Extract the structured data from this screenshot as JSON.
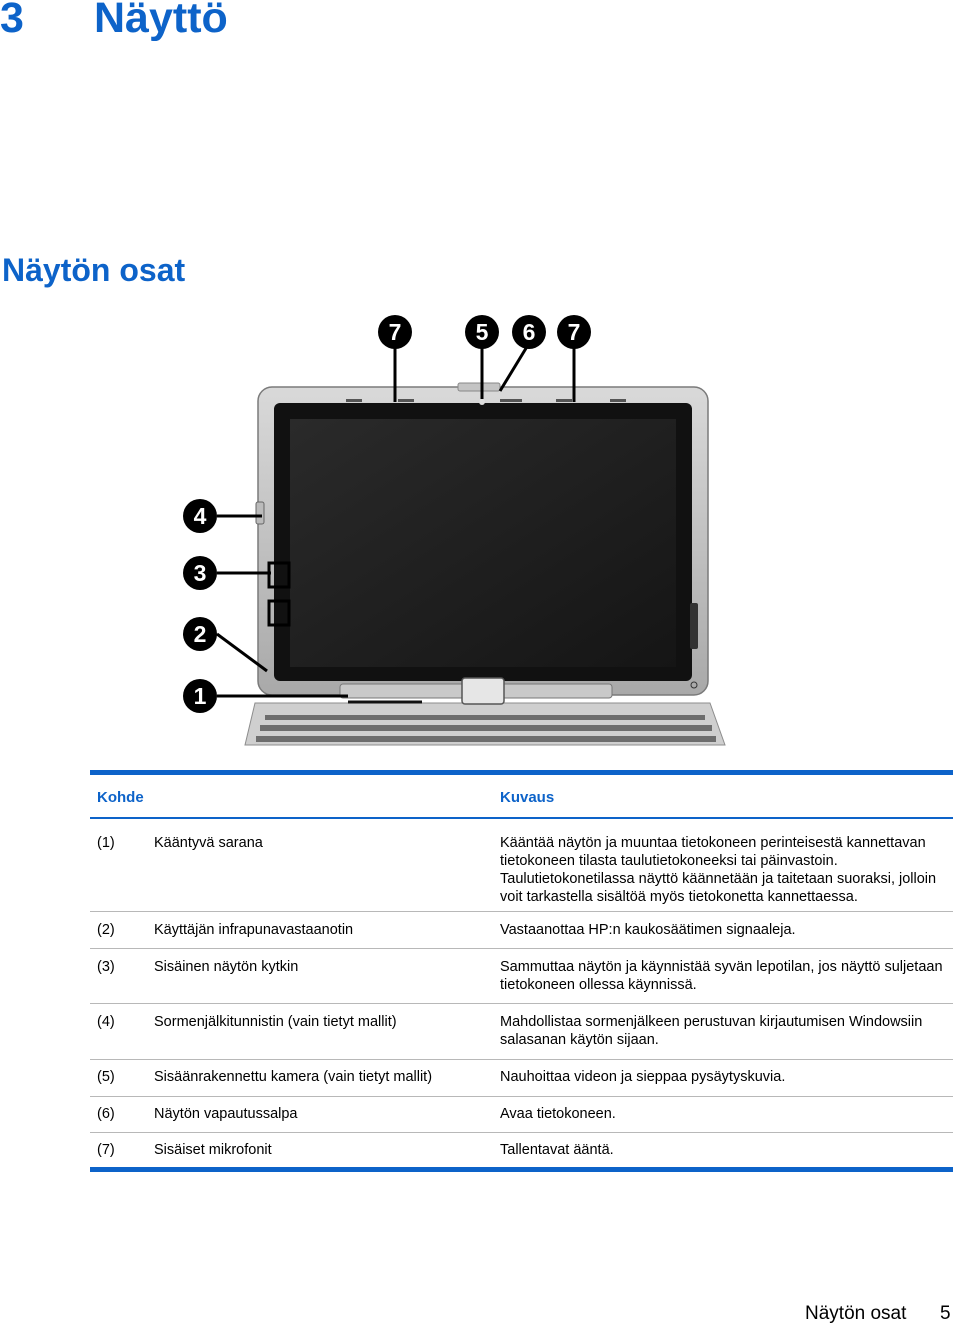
{
  "chapter": {
    "number": "3",
    "title": "Näyttö"
  },
  "section": {
    "title": "Näytön osat"
  },
  "figure": {
    "callouts": [
      "1",
      "2",
      "3",
      "4",
      "5",
      "6",
      "7",
      "7"
    ]
  },
  "table": {
    "headers": {
      "item": "Kohde",
      "description": "Kuvaus"
    },
    "rows": [
      {
        "num": "(1)",
        "name": "Kääntyvä sarana",
        "desc": "Kääntää näytön ja muuntaa tietokoneen perinteisestä kannettavan tietokoneen tilasta taulutietokoneeksi tai päinvastoin. Taulutietokonetilassa näyttö käännetään ja taitetaan suoraksi, jolloin voit tarkastella sisältöä myös tietokonetta kannettaessa."
      },
      {
        "num": "(2)",
        "name": "Käyttäjän infrapunavastaanotin",
        "desc": "Vastaanottaa HP:n kaukosäätimen signaaleja."
      },
      {
        "num": "(3)",
        "name": "Sisäinen näytön kytkin",
        "desc": "Sammuttaa näytön ja käynnistää syvän lepotilan, jos näyttö suljetaan tietokoneen ollessa käynnissä."
      },
      {
        "num": "(4)",
        "name": "Sormenjälkitunnistin (vain tietyt mallit)",
        "desc": "Mahdollistaa sormenjälkeen perustuvan kirjautumisen Windowsiin salasanan käytön sijaan."
      },
      {
        "num": "(5)",
        "name": "Sisäänrakennettu kamera (vain tietyt mallit)",
        "desc": "Nauhoittaa videon ja sieppaa pysäytyskuvia."
      },
      {
        "num": "(6)",
        "name": "Näytön vapautussalpa",
        "desc": "Avaa tietokoneen."
      },
      {
        "num": "(7)",
        "name": "Sisäiset mikrofonit",
        "desc": "Tallentavat ääntä."
      }
    ]
  },
  "footer": {
    "section": "Näytön osat",
    "page": "5"
  }
}
